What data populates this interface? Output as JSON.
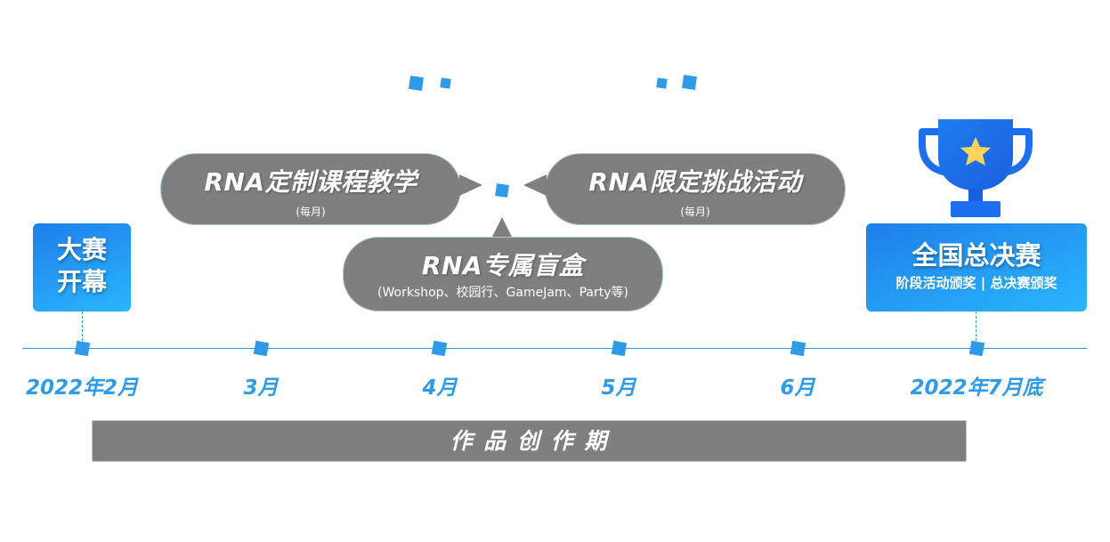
{
  "start_box": {
    "line1": "大赛",
    "line2": "开幕"
  },
  "bubbles": {
    "course": {
      "title": "RNA定制课程教学",
      "sub": "(每月)"
    },
    "challenge": {
      "title": "RNA限定挑战活动",
      "sub": "(每月)"
    },
    "blindbox": {
      "title": "RNA专属盲盒",
      "sub": "(Workshop、校园行、GameJam、Party等)"
    }
  },
  "final_box": {
    "title": "全国总决赛",
    "sub": "阶段活动颁奖 | 总决赛颁奖"
  },
  "timeline": {
    "months": [
      "2022年2月",
      "3月",
      "4月",
      "5月",
      "6月",
      "2022年7月底"
    ]
  },
  "period_bar": {
    "label": "作 品 创 作 期"
  },
  "colors": {
    "accent": "#2f9be8",
    "bubble": "#7f7f7f",
    "bar": "#7f7f7f"
  }
}
